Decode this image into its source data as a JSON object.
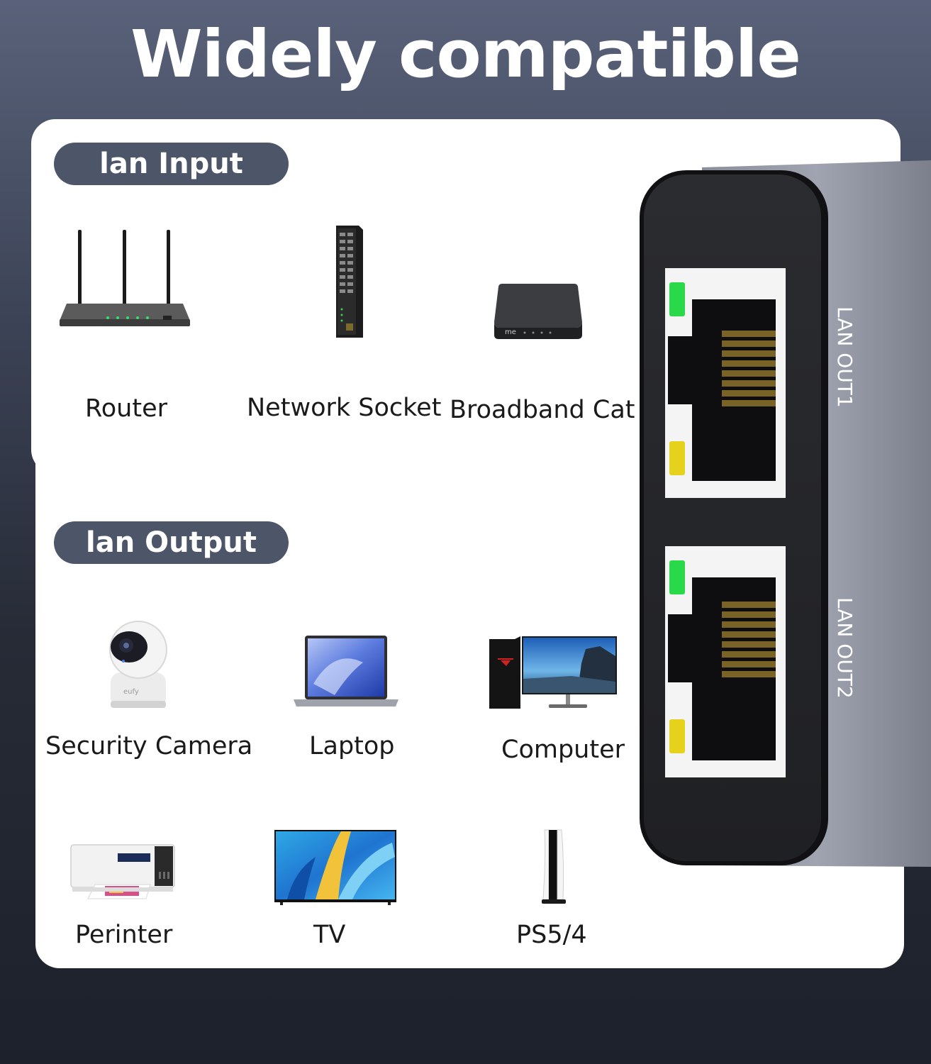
{
  "title": "Widely compatible",
  "input_section": {
    "heading": "lan Input",
    "devices": [
      {
        "label": "Router",
        "icon": "router-icon"
      },
      {
        "label": "Network Socket",
        "icon": "network-switch-icon"
      },
      {
        "label": "Broadband Cat",
        "icon": "broadband-modem-icon"
      }
    ]
  },
  "output_section": {
    "heading": "lan Output",
    "devices": [
      {
        "label": "Security  Camera",
        "icon": "security-camera-icon"
      },
      {
        "label": "Laptop",
        "icon": "laptop-icon"
      },
      {
        "label": "Computer",
        "icon": "desktop-computer-icon"
      },
      {
        "label": "Perinter",
        "icon": "printer-icon"
      },
      {
        "label": "TV",
        "icon": "tv-icon"
      },
      {
        "label": "PS5/4",
        "icon": "game-console-icon"
      }
    ]
  },
  "splitter": {
    "port1_label": "LAN OUT1",
    "port2_label": "LAN OUT2"
  },
  "colors": {
    "pill": "#4d5569",
    "led_green": "#29d94a",
    "led_yellow": "#e6d21c"
  }
}
